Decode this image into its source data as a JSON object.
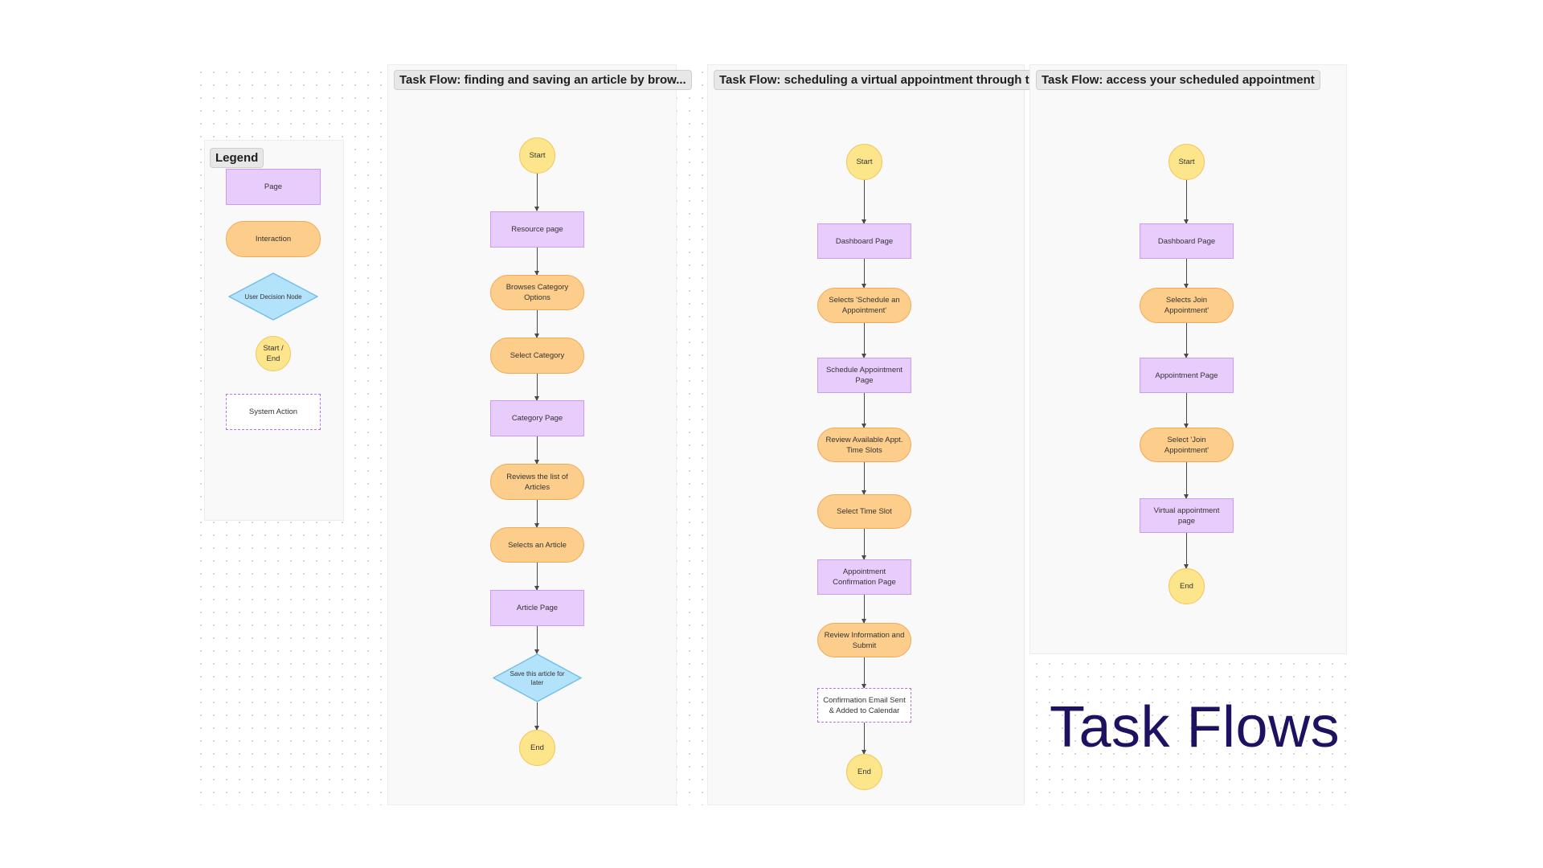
{
  "legend": {
    "title": "Legend",
    "page": "Page",
    "interaction": "Interaction",
    "decision": "User Decision Node",
    "start_end": "Start / End",
    "system": "System Action"
  },
  "flows": [
    {
      "title": "Task Flow: finding and saving an article by brow...",
      "nodes": [
        {
          "type": "startend",
          "label": "Start"
        },
        {
          "type": "page",
          "label": "Resource page"
        },
        {
          "type": "interaction",
          "label": "Browses Category Options"
        },
        {
          "type": "interaction",
          "label": "Select Category"
        },
        {
          "type": "page",
          "label": "Category Page"
        },
        {
          "type": "interaction",
          "label": "Reviews the list of Articles"
        },
        {
          "type": "interaction",
          "label": "Selects an Article"
        },
        {
          "type": "page",
          "label": "Article Page"
        },
        {
          "type": "decision",
          "label": "Save this article for later"
        },
        {
          "type": "startend",
          "label": "End"
        }
      ]
    },
    {
      "title": "Task Flow: scheduling a virtual appointment through t...",
      "nodes": [
        {
          "type": "startend",
          "label": "Start"
        },
        {
          "type": "page",
          "label": "Dashboard Page"
        },
        {
          "type": "interaction",
          "label": "Selects 'Schedule an Appointment'"
        },
        {
          "type": "page",
          "label": "Schedule Appointment Page"
        },
        {
          "type": "interaction",
          "label": "Review Available Appt. Time Slots"
        },
        {
          "type": "interaction",
          "label": "Select Time Slot"
        },
        {
          "type": "page",
          "label": "Appointment Confirmation Page"
        },
        {
          "type": "interaction",
          "label": "Review Information and Submit"
        },
        {
          "type": "system",
          "label": "Confirmation Email Sent & Added to Calendar"
        },
        {
          "type": "startend",
          "label": "End"
        }
      ]
    },
    {
      "title": "Task Flow: access your scheduled appointment",
      "nodes": [
        {
          "type": "startend",
          "label": "Start"
        },
        {
          "type": "page",
          "label": "Dashboard Page"
        },
        {
          "type": "interaction",
          "label": "Selects Join Appointment'"
        },
        {
          "type": "page",
          "label": "Appointment Page"
        },
        {
          "type": "interaction",
          "label": "Select 'Join Appointment'"
        },
        {
          "type": "page",
          "label": "Virtual appointment page"
        },
        {
          "type": "startend",
          "label": "End"
        }
      ]
    }
  ],
  "heading": "Task Flows",
  "colors": {
    "page": "#e8ccfb",
    "interaction": "#fdcd8b",
    "decision": "#b3e2fb",
    "start_end": "#fde58c",
    "system_border": "#b96ee9",
    "heading": "#1f1161"
  }
}
